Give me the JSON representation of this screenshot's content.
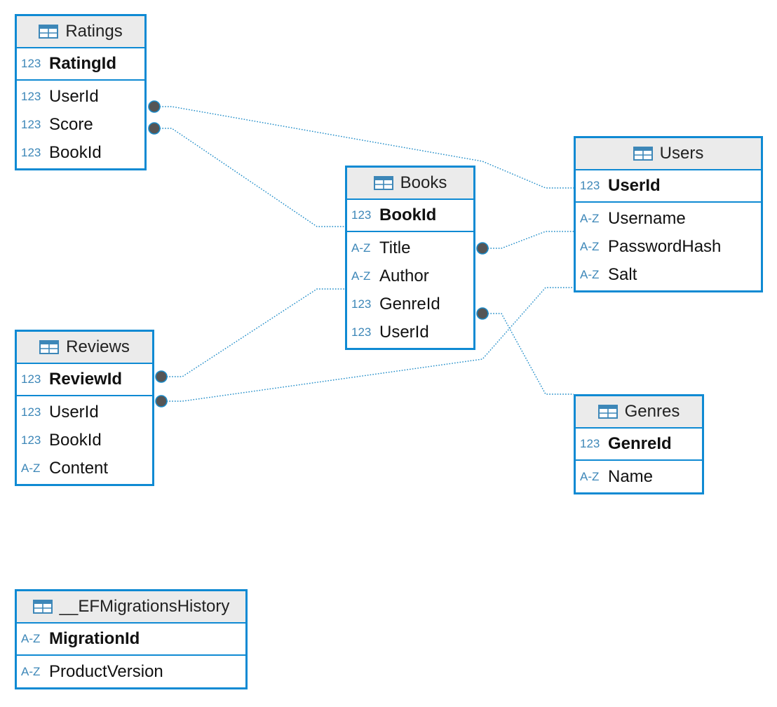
{
  "colors": {
    "border": "#0f8ad3",
    "header_bg": "#ebebeb",
    "type_icon": "#3d87b8",
    "relationship": "#1b8ac7",
    "connector": "#555555"
  },
  "icons": {
    "table": "table-icon",
    "numeric": "123",
    "text": "A-Z"
  },
  "tables": {
    "ratings": {
      "title": "Ratings",
      "pk": [
        {
          "type": "123",
          "name": "RatingId"
        }
      ],
      "columns": [
        {
          "type": "123",
          "name": "UserId"
        },
        {
          "type": "123",
          "name": "Score"
        },
        {
          "type": "123",
          "name": "BookId"
        }
      ]
    },
    "books": {
      "title": "Books",
      "pk": [
        {
          "type": "123",
          "name": "BookId"
        }
      ],
      "columns": [
        {
          "type": "A-Z",
          "name": "Title"
        },
        {
          "type": "A-Z",
          "name": "Author"
        },
        {
          "type": "123",
          "name": "GenreId"
        },
        {
          "type": "123",
          "name": "UserId"
        }
      ]
    },
    "users": {
      "title": "Users",
      "pk": [
        {
          "type": "123",
          "name": "UserId"
        }
      ],
      "columns": [
        {
          "type": "A-Z",
          "name": "Username"
        },
        {
          "type": "A-Z",
          "name": "PasswordHash"
        },
        {
          "type": "A-Z",
          "name": "Salt"
        }
      ]
    },
    "reviews": {
      "title": "Reviews",
      "pk": [
        {
          "type": "123",
          "name": "ReviewId"
        }
      ],
      "columns": [
        {
          "type": "123",
          "name": "UserId"
        },
        {
          "type": "123",
          "name": "BookId"
        },
        {
          "type": "A-Z",
          "name": "Content"
        }
      ]
    },
    "genres": {
      "title": "Genres",
      "pk": [
        {
          "type": "123",
          "name": "GenreId"
        }
      ],
      "columns": [
        {
          "type": "A-Z",
          "name": "Name"
        }
      ]
    },
    "migrations": {
      "title": "__EFMigrationsHistory",
      "pk": [
        {
          "type": "A-Z",
          "name": "MigrationId"
        }
      ],
      "columns": [
        {
          "type": "A-Z",
          "name": "ProductVersion"
        }
      ]
    }
  },
  "relationships": [
    {
      "from": "Ratings.UserId",
      "to": "Users.UserId"
    },
    {
      "from": "Ratings.Score",
      "to": "Books.BookId"
    },
    {
      "from": "Books.Title",
      "to": "Users.Username"
    },
    {
      "from": "Books.GenreId",
      "to": "Genres.GenreId"
    },
    {
      "from": "Reviews.ReviewId",
      "to": "Books.Author"
    },
    {
      "from": "Reviews.UserId",
      "to": "Users.Salt"
    }
  ]
}
